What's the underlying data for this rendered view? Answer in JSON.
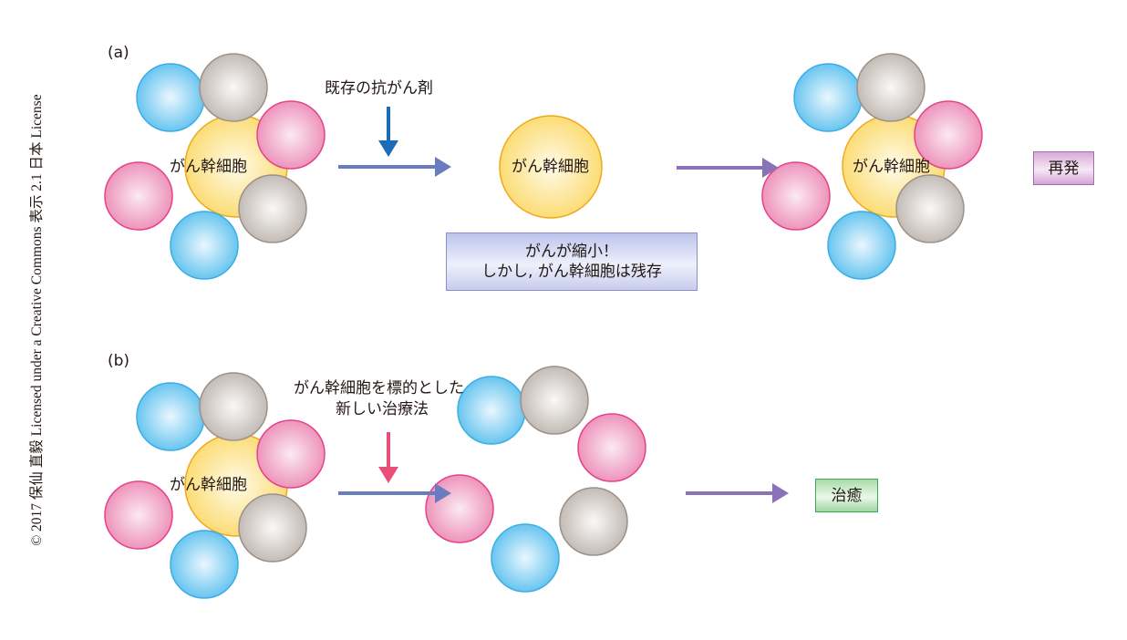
{
  "credit": "© 2017 保仙 直毅 Licensed under a Creative Commons 表示 2.1 日本 License",
  "panel_a": {
    "label": "(a)",
    "cluster_label": "がん幹細胞",
    "drug_label": "既存の抗がん剤",
    "remaining_cell_label": "がん幹細胞",
    "result_box": {
      "line1": "がんが縮小！",
      "line2": "しかし, がん幹細胞は残存"
    },
    "regrown_cluster_label": "がん幹細胞",
    "outcome": "再発"
  },
  "panel_b": {
    "label": "(b)",
    "cluster_label": "がん幹細胞",
    "therapy_label": {
      "line1": "がん幹細胞を標的とした",
      "line2": "新しい治療法"
    },
    "outcome": "治癒"
  },
  "colors": {
    "stem_cell": "#fbd96a",
    "cell_blue": "#3aaee6",
    "cell_pink": "#e6418a",
    "cell_gray": "#9c918a",
    "arrow_flow": "#6a7cc0",
    "arrow_existing_drug": "#1a6cb8",
    "arrow_new_therapy": "#e84f78",
    "arrow_outcome": "#8a72b8"
  }
}
